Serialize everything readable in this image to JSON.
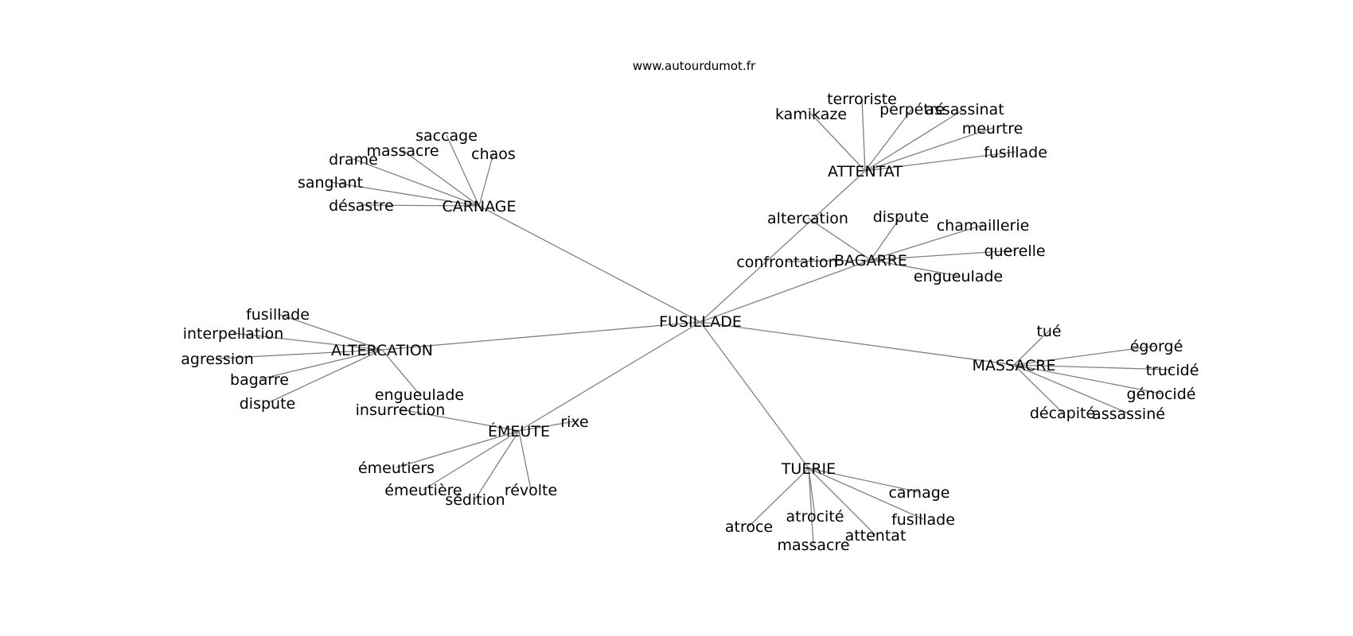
{
  "source": "www.autourdumot.fr",
  "root": "FUSILLADE",
  "hubs": [
    {
      "id": "carnage",
      "label": "CARNAGE",
      "children": [
        "saccage",
        "massacre",
        "chaos",
        "drame",
        "sanglant",
        "désastre"
      ]
    },
    {
      "id": "attentat",
      "label": "ATTENTAT",
      "children": [
        "terroriste",
        "kamikaze",
        "perpétré",
        "assassinat",
        "meurtre",
        "fusillade"
      ]
    },
    {
      "id": "bagarre",
      "label": "BAGARRE",
      "children": [
        "altercation",
        "dispute",
        "chamaillerie",
        "confrontation",
        "querelle",
        "engueulade"
      ]
    },
    {
      "id": "altercation",
      "label": "ALTERCATION",
      "children": [
        "fusillade",
        "interpellation",
        "agression",
        "bagarre",
        "dispute",
        "engueulade"
      ]
    },
    {
      "id": "emeute",
      "label": "ÉMEUTE",
      "children": [
        "insurrection",
        "rixe",
        "émeutiers",
        "émeutière",
        "sédition",
        "révolte"
      ]
    },
    {
      "id": "tuerie",
      "label": "TUERIE",
      "children": [
        "carnage",
        "atrocité",
        "atroce",
        "fusillade",
        "attentat",
        "massacre"
      ]
    },
    {
      "id": "massacre",
      "label": "MASSACRE",
      "children": [
        "tué",
        "égorgé",
        "trucidé",
        "génocidé",
        "décapité",
        "assassiné"
      ]
    }
  ]
}
